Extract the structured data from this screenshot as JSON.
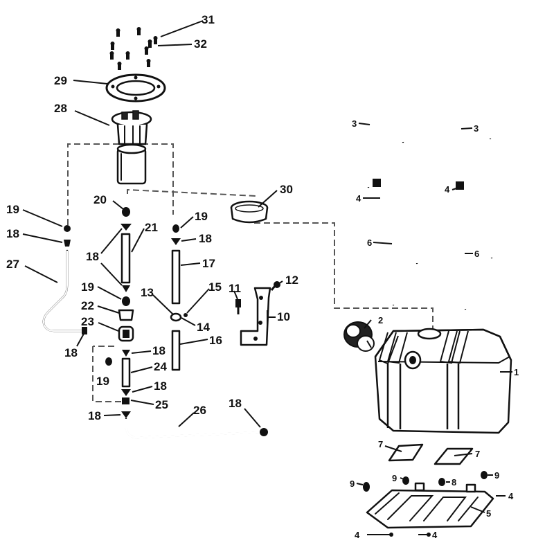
{
  "diagram": {
    "callouts": [
      {
        "id": "c31",
        "text": "31"
      },
      {
        "id": "c32",
        "text": "32"
      },
      {
        "id": "c29",
        "text": "29"
      },
      {
        "id": "c28",
        "text": "28"
      },
      {
        "id": "c20",
        "text": "20"
      },
      {
        "id": "c30",
        "text": "30"
      },
      {
        "id": "c19a",
        "text": "19"
      },
      {
        "id": "c18a",
        "text": "18"
      },
      {
        "id": "c27",
        "text": "27"
      },
      {
        "id": "c21",
        "text": "21"
      },
      {
        "id": "c18b",
        "text": "18"
      },
      {
        "id": "c19b",
        "text": "19"
      },
      {
        "id": "c18c",
        "text": "18"
      },
      {
        "id": "c17",
        "text": "17"
      },
      {
        "id": "c19c",
        "text": "19"
      },
      {
        "id": "c22",
        "text": "22"
      },
      {
        "id": "c23",
        "text": "23"
      },
      {
        "id": "c18d",
        "text": "18"
      },
      {
        "id": "c13",
        "text": "13"
      },
      {
        "id": "c15",
        "text": "15"
      },
      {
        "id": "c14",
        "text": "14"
      },
      {
        "id": "c16",
        "text": "16"
      },
      {
        "id": "c11",
        "text": "11"
      },
      {
        "id": "c12",
        "text": "12"
      },
      {
        "id": "c10",
        "text": "10"
      },
      {
        "id": "c18e",
        "text": "18"
      },
      {
        "id": "c19d",
        "text": "19"
      },
      {
        "id": "c24",
        "text": "24"
      },
      {
        "id": "c18f",
        "text": "18"
      },
      {
        "id": "c25",
        "text": "25"
      },
      {
        "id": "c18g",
        "text": "18"
      },
      {
        "id": "c26",
        "text": "26"
      },
      {
        "id": "c18h",
        "text": "18"
      },
      {
        "id": "c3a",
        "text": "3"
      },
      {
        "id": "c3b",
        "text": "3"
      },
      {
        "id": "c4a",
        "text": "4"
      },
      {
        "id": "c4b",
        "text": "4"
      },
      {
        "id": "c6a",
        "text": "6"
      },
      {
        "id": "c6b",
        "text": "6"
      },
      {
        "id": "c2",
        "text": "2"
      },
      {
        "id": "c1",
        "text": "1"
      },
      {
        "id": "c7a",
        "text": "7"
      },
      {
        "id": "c7b",
        "text": "7"
      },
      {
        "id": "c9a",
        "text": "9"
      },
      {
        "id": "c9b",
        "text": "9"
      },
      {
        "id": "c8",
        "text": "8"
      },
      {
        "id": "c9c",
        "text": "9"
      },
      {
        "id": "c4c",
        "text": "4"
      },
      {
        "id": "c5",
        "text": "5"
      },
      {
        "id": "c4d",
        "text": "4"
      },
      {
        "id": "c4e",
        "text": "4"
      }
    ]
  }
}
